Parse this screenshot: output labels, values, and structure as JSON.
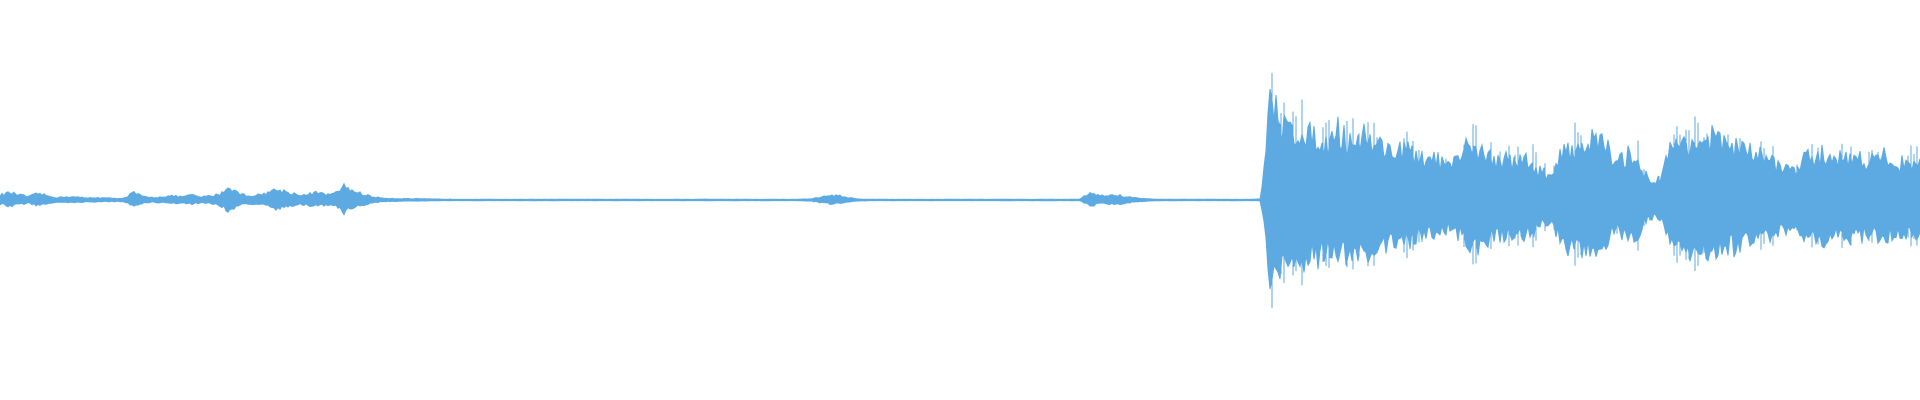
{
  "waveform": {
    "color": "#5DAAE3",
    "background": "#FFFFFF",
    "amplitude_envelope": [
      0.03,
      0.045,
      0.032,
      0.02,
      0.04,
      0.025,
      0.015,
      0.02,
      0.018,
      0.012,
      0.015,
      0.012,
      0.01,
      0.012,
      0.045,
      0.02,
      0.015,
      0.02,
      0.025,
      0.02,
      0.03,
      0.018,
      0.025,
      0.035,
      0.08,
      0.04,
      0.025,
      0.03,
      0.045,
      0.065,
      0.05,
      0.035,
      0.03,
      0.045,
      0.035,
      0.035,
      0.085,
      0.055,
      0.035,
      0.02,
      0.012,
      0.01,
      0.008,
      0.008,
      0.007,
      0.006,
      0.005,
      0.005,
      0.004,
      0.004,
      0.004,
      0.004,
      0.004,
      0.004,
      0.004,
      0.004,
      0.004,
      0.004,
      0.004,
      0.004,
      0.004,
      0.004,
      0.004,
      0.004,
      0.004,
      0.004,
      0.004,
      0.004,
      0.004,
      0.004,
      0.004,
      0.004,
      0.004,
      0.004,
      0.005,
      0.004,
      0.004,
      0.004,
      0.004,
      0.004,
      0.004,
      0.004,
      0.004,
      0.004,
      0.005,
      0.008,
      0.018,
      0.03,
      0.025,
      0.012,
      0.006,
      0.005,
      0.004,
      0.004,
      0.004,
      0.004,
      0.004,
      0.004,
      0.004,
      0.004,
      0.004,
      0.004,
      0.004,
      0.004,
      0.004,
      0.004,
      0.004,
      0.004,
      0.004,
      0.004,
      0.004,
      0.004,
      0.004,
      0.004,
      0.04,
      0.03,
      0.025,
      0.03,
      0.02,
      0.012,
      0.008,
      0.005,
      0.004,
      0.004,
      0.004,
      0.004,
      0.004,
      0.004,
      0.004,
      0.004,
      0.004,
      0.004,
      0.006,
      0.6,
      0.48,
      0.42,
      0.45,
      0.38,
      0.4,
      0.35,
      0.42,
      0.38,
      0.36,
      0.4,
      0.34,
      0.32,
      0.3,
      0.32,
      0.26,
      0.24,
      0.27,
      0.22,
      0.2,
      0.26,
      0.36,
      0.3,
      0.26,
      0.25,
      0.24,
      0.23,
      0.25,
      0.18,
      0.15,
      0.22,
      0.34,
      0.3,
      0.38,
      0.35,
      0.36,
      0.2,
      0.25,
      0.3,
      0.16,
      0.12,
      0.15,
      0.33,
      0.35,
      0.37,
      0.34,
      0.38,
      0.35,
      0.33,
      0.32,
      0.29,
      0.27,
      0.25,
      0.22,
      0.2,
      0.17,
      0.25,
      0.26,
      0.28,
      0.27,
      0.26,
      0.26,
      0.25,
      0.24,
      0.27,
      0.25,
      0.22,
      0.24,
      0.23
    ],
    "pos_scale": [
      0.72,
      0.74,
      0.73,
      0.75,
      0.72,
      0.73,
      0.72,
      0.74,
      0.73,
      0.72
    ]
  }
}
